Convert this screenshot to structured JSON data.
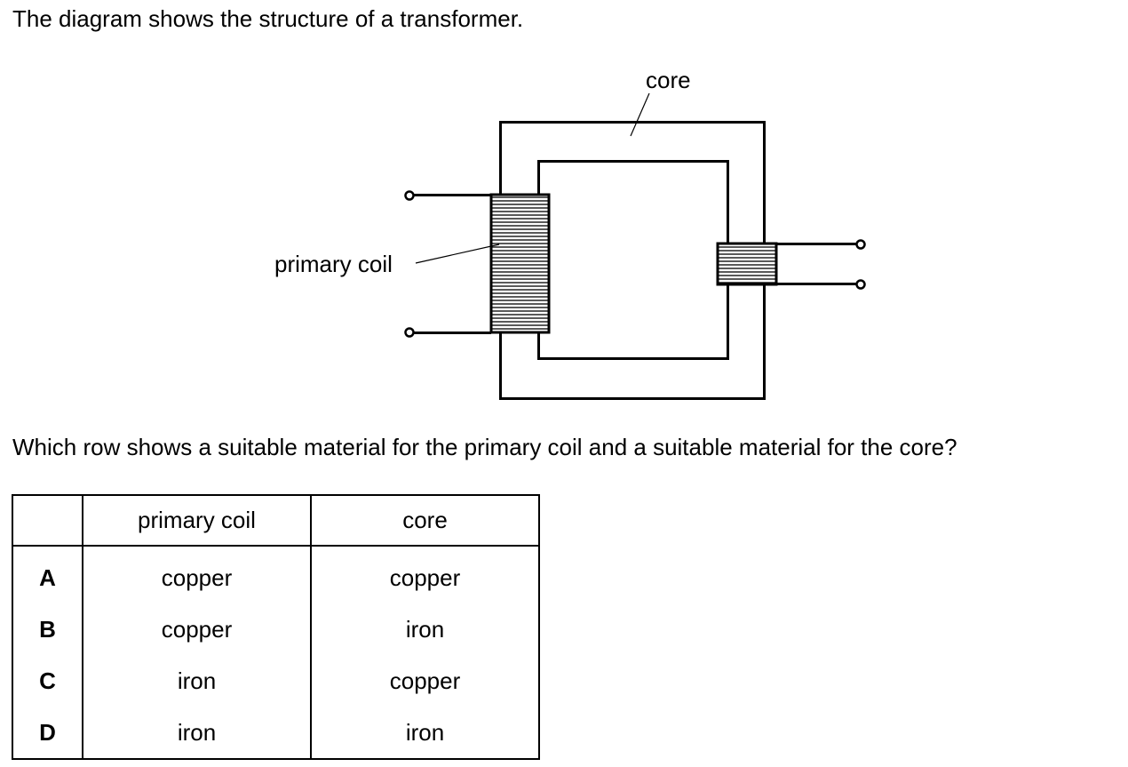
{
  "intro_text": "The diagram shows the structure of a transformer.",
  "diagram": {
    "labels": {
      "core": "core",
      "primary_coil": "primary coil"
    }
  },
  "question_text": "Which row shows a suitable material for the primary coil and a suitable material for the core?",
  "table": {
    "headers": [
      "",
      "primary coil",
      "core"
    ],
    "rows": [
      {
        "letter": "A",
        "primary_coil": "copper",
        "core": "copper"
      },
      {
        "letter": "B",
        "primary_coil": "copper",
        "core": "iron"
      },
      {
        "letter": "C",
        "primary_coil": "iron",
        "core": "copper"
      },
      {
        "letter": "D",
        "primary_coil": "iron",
        "core": "iron"
      }
    ]
  }
}
